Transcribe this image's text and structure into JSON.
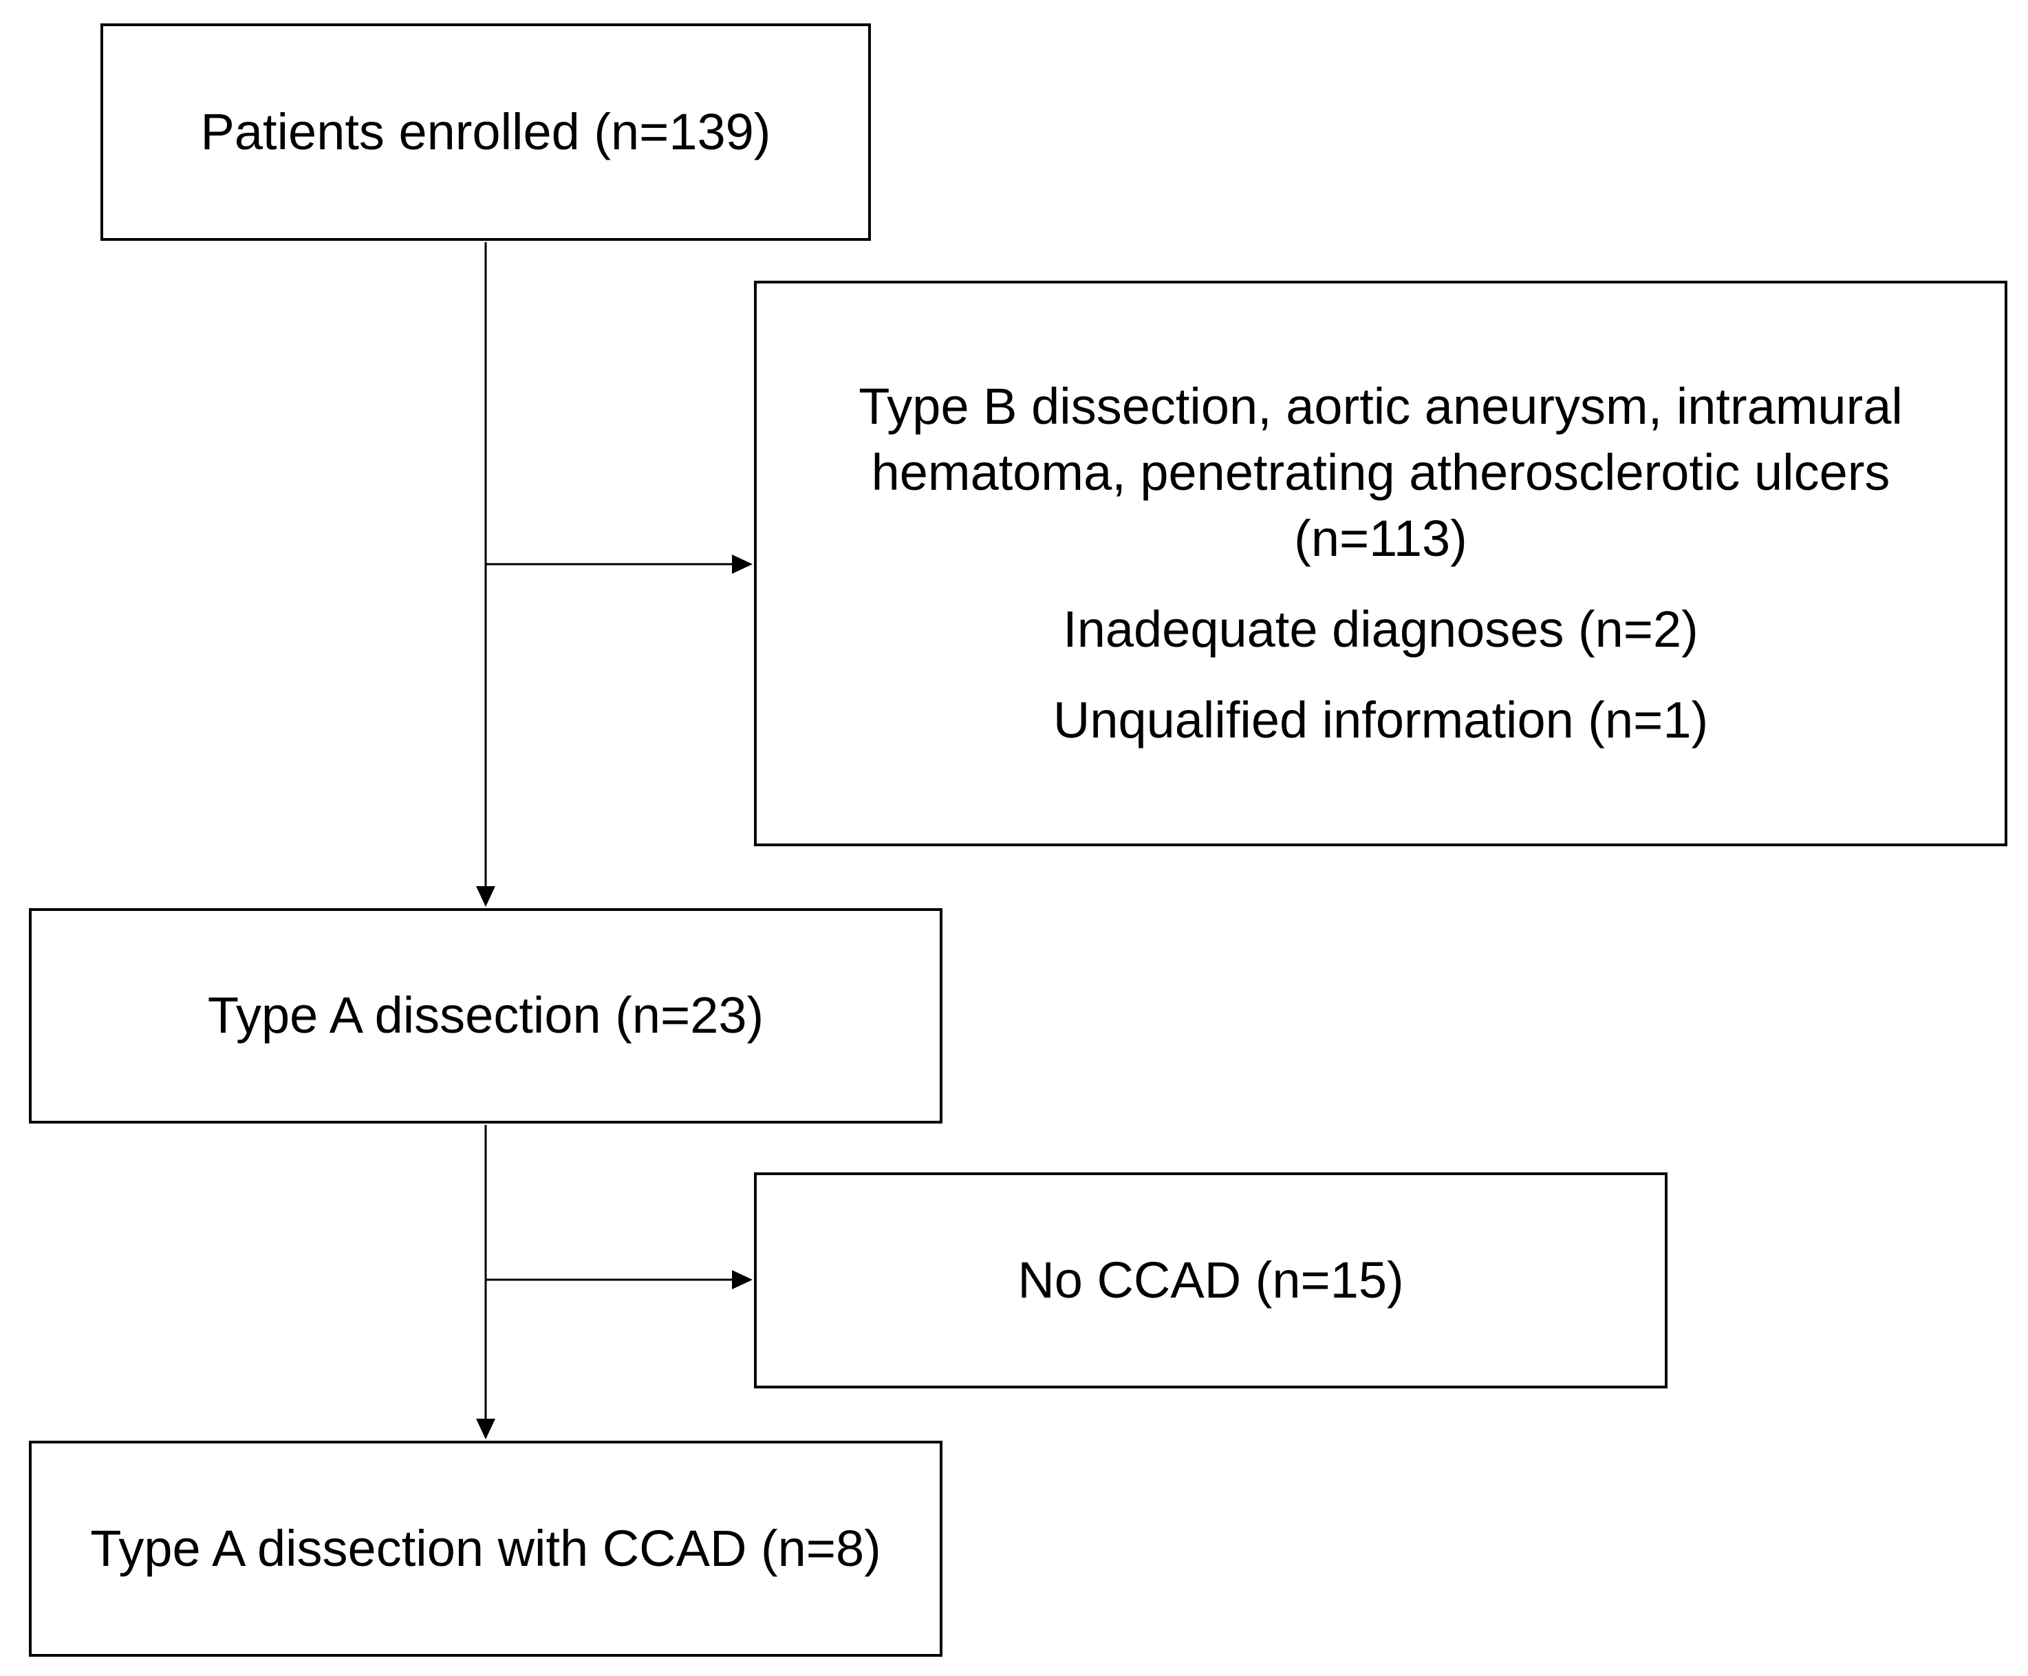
{
  "boxes": {
    "enrolled": "Patients enrolled (n=139)",
    "excluded": {
      "main": "Type B dissection, aortic aneurysm, intramural hematoma, penetrating atherosclerotic ulcers (n=113)",
      "inadequate": "Inadequate diagnoses (n=2)",
      "unqualified": "Unqualified information (n=1)"
    },
    "type_a": "Type A dissection (n=23)",
    "no_ccad": "No CCAD (n=15)",
    "type_a_ccad": "Type A dissection with CCAD (n=8)"
  },
  "style": {
    "line_color": "#000000",
    "box_border_color": "#000000",
    "background": "#ffffff"
  }
}
